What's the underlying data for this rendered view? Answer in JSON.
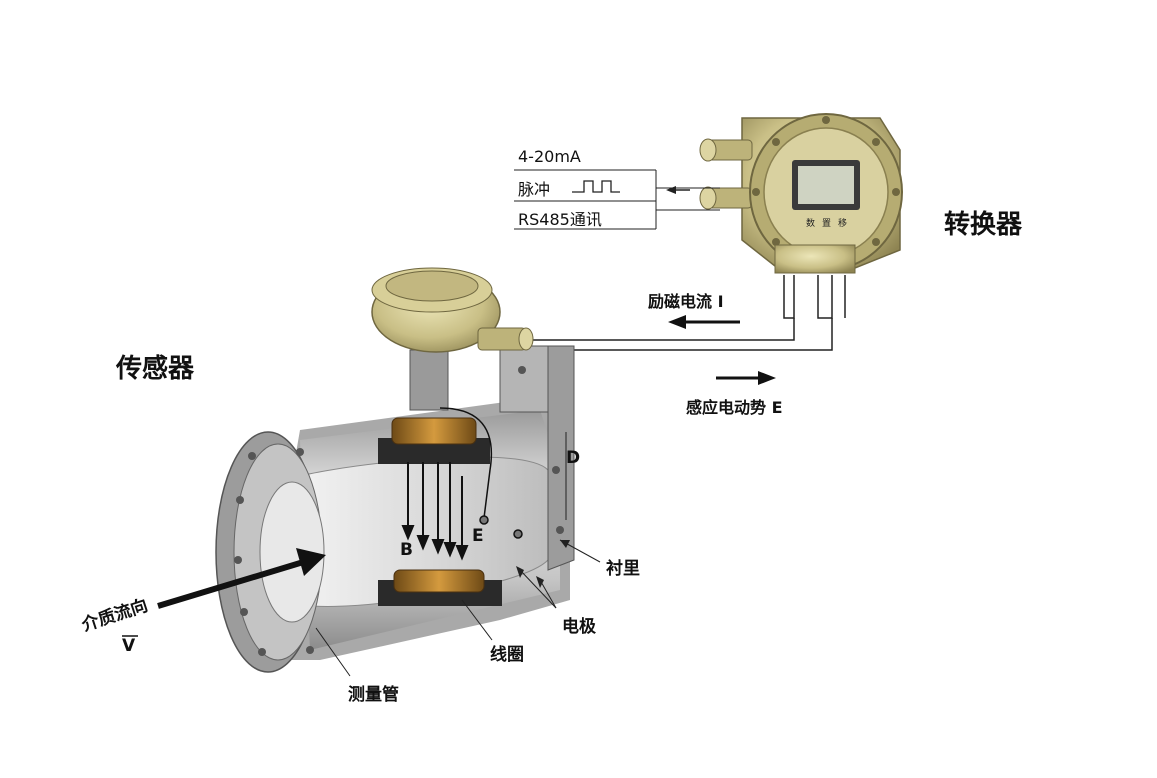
{
  "labels": {
    "converter": "转换器",
    "sensor": "传感器",
    "excitation_current": "励磁电流 I",
    "induced_emf": "感应电动势 E",
    "diameter": "D",
    "lining": "衬里",
    "electrode": "电极",
    "coil": "线圈",
    "measuring_tube": "测量管",
    "flow_direction": "介质流向",
    "velocity": "V",
    "magnetic_field": "B",
    "emf_marker": "E"
  },
  "outputs": {
    "current_output": "4-20mA",
    "pulse_output": "脉冲",
    "rs485_output": "RS485通讯"
  },
  "converter_buttons": [
    "数",
    "置",
    "移"
  ],
  "colors": {
    "housing": "#c9bf86",
    "pipe": "#cfcfcf",
    "coil": "#b07a2a",
    "arrow": "#111111"
  }
}
